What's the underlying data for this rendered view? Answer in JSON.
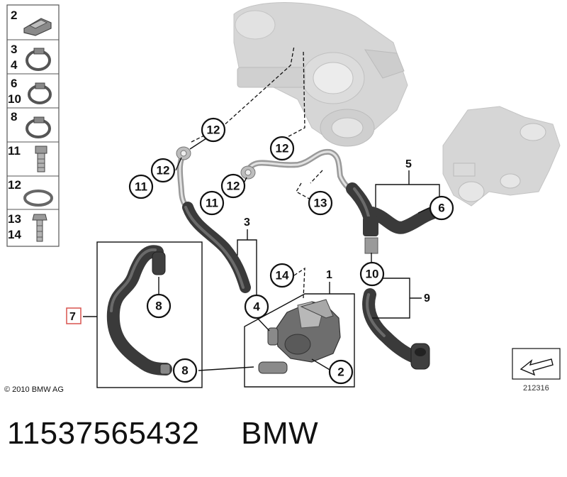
{
  "legend": {
    "rows": [
      {
        "nums": [
          "2"
        ],
        "icon": "clip-icon"
      },
      {
        "nums": [
          "3",
          "4"
        ],
        "icon": "hose-clamp-icon"
      },
      {
        "nums": [
          "6",
          "10"
        ],
        "icon": "hose-clamp-icon"
      },
      {
        "nums": [
          "8"
        ],
        "icon": "hose-clamp-icon"
      },
      {
        "nums": [
          "11"
        ],
        "icon": "banjo-bolt-icon"
      },
      {
        "nums": [
          "12"
        ],
        "icon": "sealing-ring-icon"
      },
      {
        "nums": [
          "13",
          "14"
        ],
        "icon": "bolt-icon"
      }
    ]
  },
  "callouts": {
    "c12a": "12",
    "c12b": "12",
    "c12c": "12",
    "c12d": "12",
    "c11a": "11",
    "c11b": "11",
    "c13": "13",
    "c6": "6",
    "c10": "10",
    "c14": "14",
    "c4": "4",
    "c8a": "8",
    "c8b": "8",
    "c2": "2"
  },
  "labels": {
    "n5": "5",
    "n3": "3",
    "n1": "1",
    "n9": "9",
    "n7": "7"
  },
  "colors": {
    "highlight": "#d9534f",
    "hose": "#3a3a3a",
    "ghost": "#d6d6d6"
  },
  "copyright": "© 2010 BMW AG",
  "diagram_number": "212316",
  "footer": {
    "part_number": "11537565432",
    "brand": "BMW"
  }
}
